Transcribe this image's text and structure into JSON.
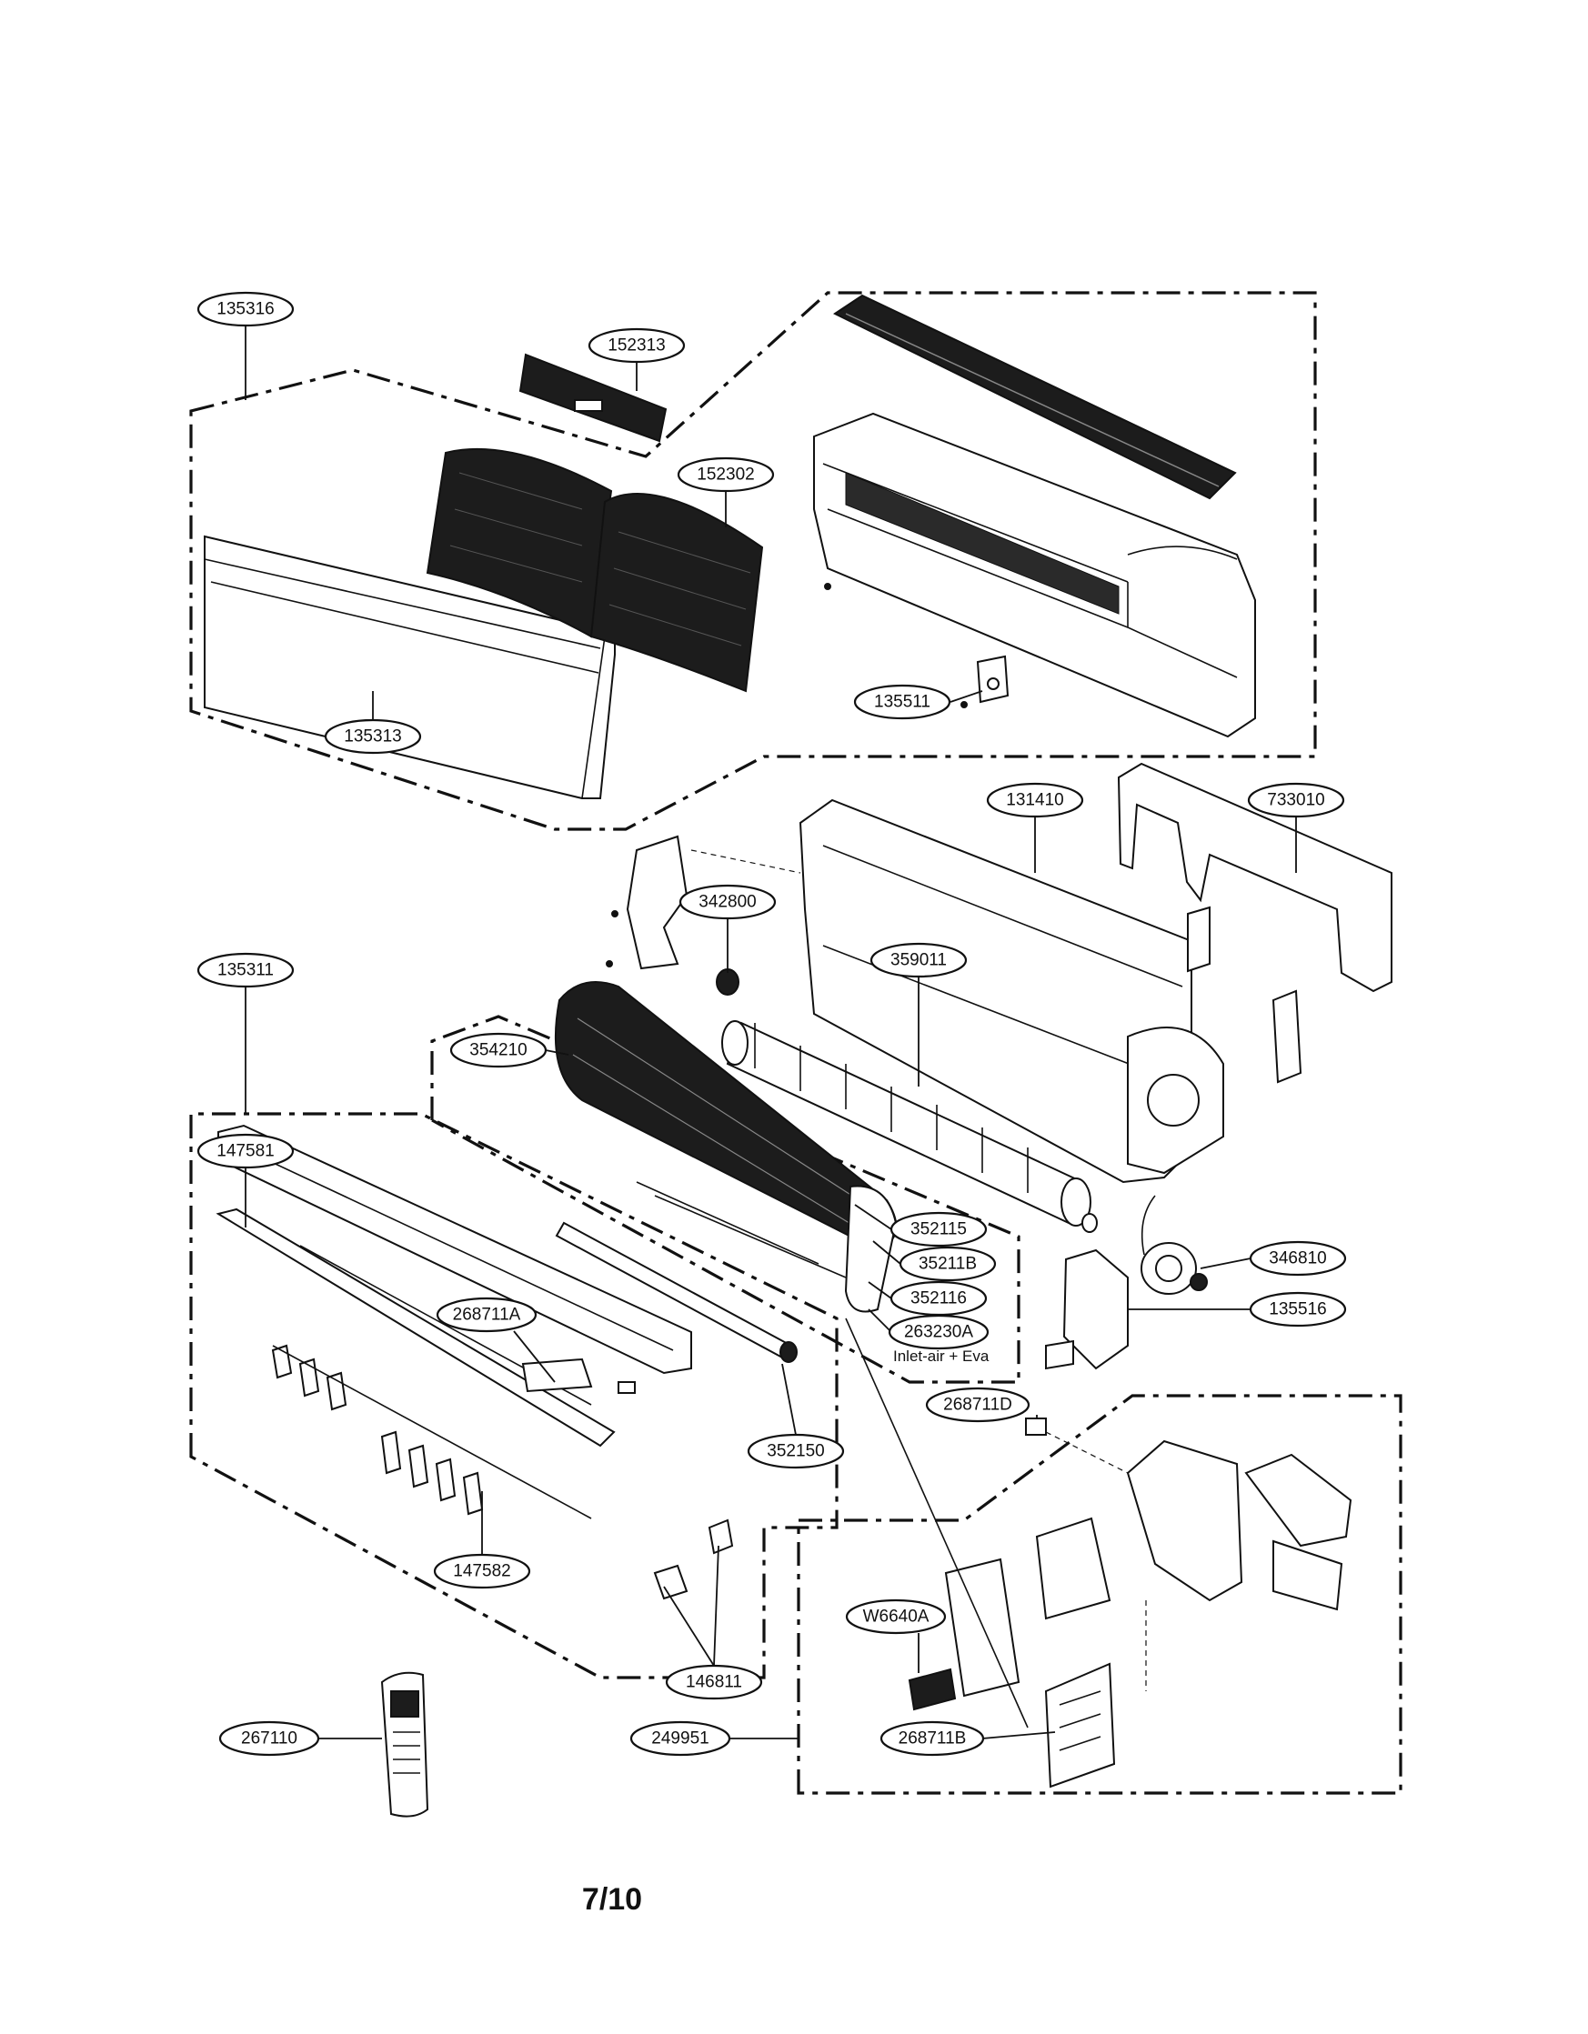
{
  "diagram": {
    "page_number": "7/10",
    "parts": {
      "p135316": "135316",
      "p152313": "152313",
      "p152302": "152302",
      "p135313": "135313",
      "p135511": "135511",
      "p131410": "131410",
      "p733010": "733010",
      "p342800": "342800",
      "p135311": "135311",
      "p359011": "359011",
      "p354210": "354210",
      "p147581": "147581",
      "p352115": "352115",
      "p35211B": "35211B",
      "p346810": "346810",
      "p352116": "352116",
      "p135516": "135516",
      "p268711A": "268711A",
      "p263230A": "263230A",
      "p352150": "352150",
      "p268711D": "268711D",
      "p147582": "147582",
      "pW6640A": "W6640A",
      "p146811": "146811",
      "p268711B": "268711B",
      "p267110": "267110",
      "p249951": "249951"
    },
    "note_263230A": "Inlet-air + Eva"
  }
}
